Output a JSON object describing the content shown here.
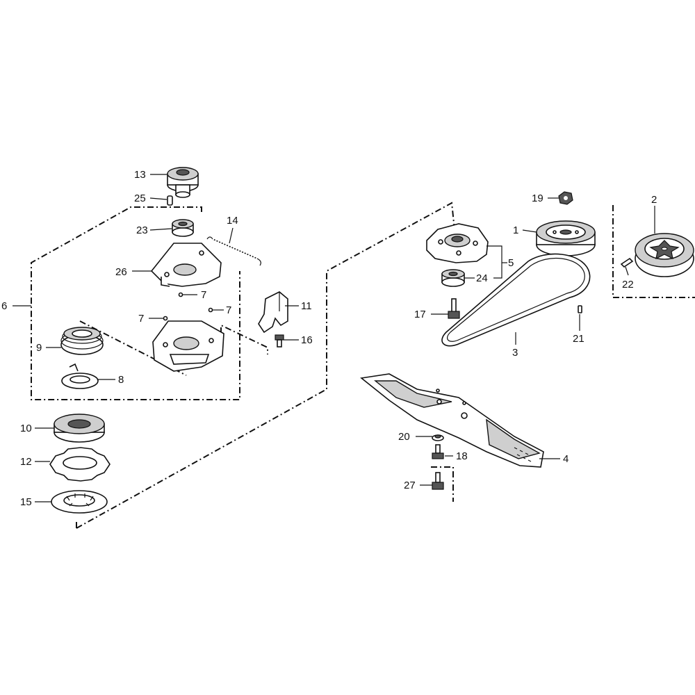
{
  "diagram": {
    "callouts": {
      "c1": "1",
      "c2": "2",
      "c3": "3",
      "c4": "4",
      "c5": "5",
      "c6": "6",
      "c7a": "7",
      "c7b": "7",
      "c7c": "7",
      "c8": "8",
      "c9": "9",
      "c10": "10",
      "c11": "11",
      "c12": "12",
      "c13": "13",
      "c14": "14",
      "c15": "15",
      "c16": "16",
      "c17": "17",
      "c18": "18",
      "c19": "19",
      "c20": "20",
      "c21": "21",
      "c22": "22",
      "c23": "23",
      "c24": "24",
      "c25": "25",
      "c26": "26",
      "c27": "27"
    }
  }
}
